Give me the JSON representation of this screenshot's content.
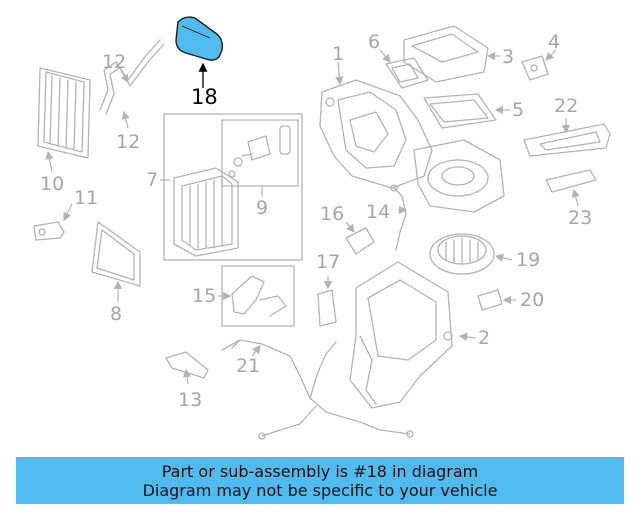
{
  "callouts": [
    "1",
    "2",
    "3",
    "4",
    "5",
    "6",
    "7",
    "8",
    "9",
    "10",
    "11",
    "12",
    "12",
    "13",
    "14",
    "15",
    "16",
    "17",
    "18",
    "19",
    "20",
    "21",
    "22",
    "23"
  ],
  "highlighted_part": "18",
  "colors": {
    "highlight_fill": "#4fbbf0",
    "banner_bg": "#4fbbf0",
    "part_stroke": "#b3b3b3",
    "callout_text": "#a6a6a6"
  },
  "banner": {
    "line1": "Part or sub-assembly is #18 in diagram",
    "line2": "Diagram may not be specific to your vehicle"
  }
}
